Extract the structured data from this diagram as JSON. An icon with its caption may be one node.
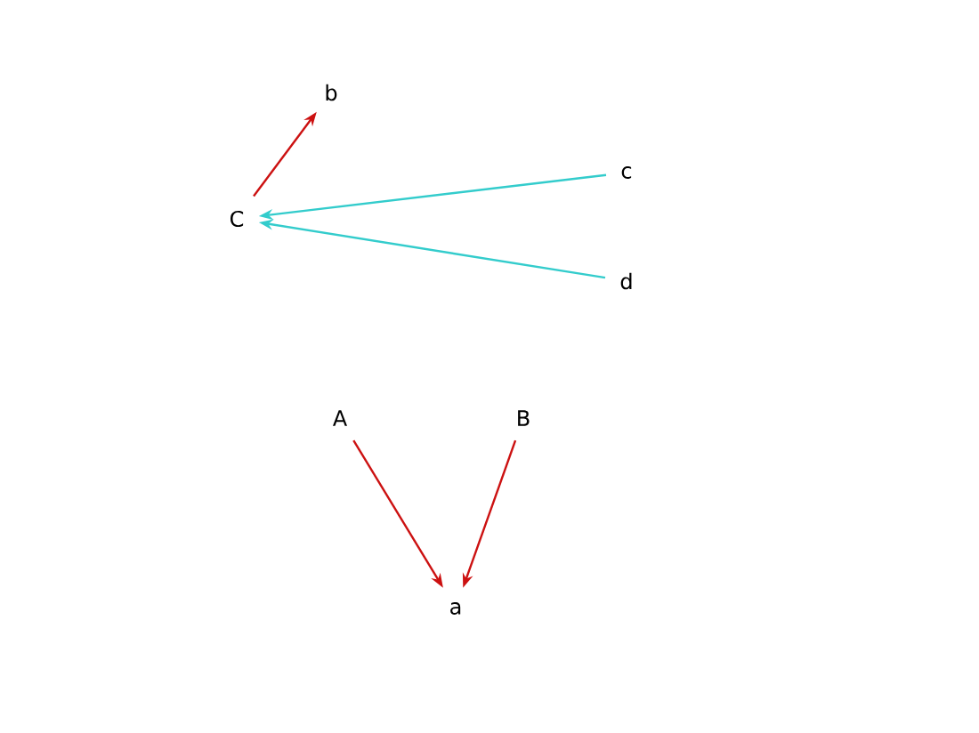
{
  "diagram": {
    "nodes": [
      {
        "text": [
          "b"
        ]
      },
      {
        "text": [
          "C"
        ]
      },
      {
        "text": [
          "c"
        ]
      },
      {
        "text": [
          "d"
        ]
      },
      {
        "text": [
          "A"
        ]
      },
      {
        "text": [
          "B"
        ]
      },
      {
        "text": [
          "a"
        ]
      }
    ],
    "edges": [
      {
        "from": 1,
        "to": 0,
        "arrow": "to"
      },
      {
        "from": 2,
        "to": 1,
        "arrow": "to",
        "color": "#33cccc"
      },
      {
        "from": 3,
        "to": 1,
        "arrow": "to",
        "color": "#33cccc"
      },
      {
        "from": 4,
        "to": 6,
        "arrow": "to"
      },
      {
        "from": 5,
        "to": 6,
        "arrow": "to"
      }
    ]
  }
}
